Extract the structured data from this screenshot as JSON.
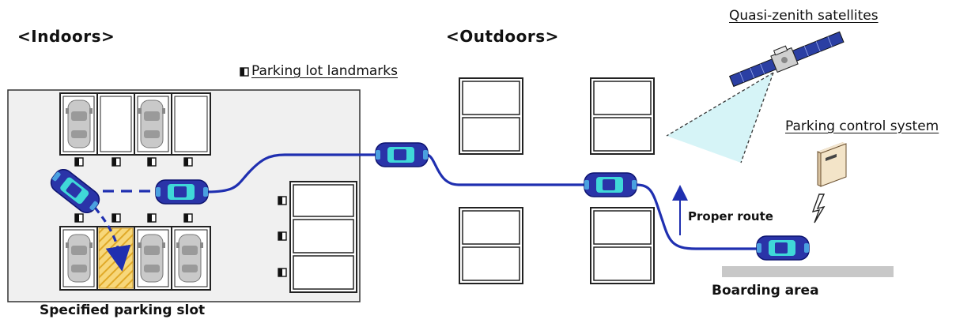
{
  "labels": {
    "indoors": "<Indoors>",
    "outdoors": "<Outdoors>",
    "satellites": "Quasi-zenith satellites",
    "landmarks": "Parking lot landmarks",
    "control_system": "Parking control system",
    "proper_route": "Proper route",
    "boarding_area": "Boarding area",
    "specified_slot": "Specified parking slot"
  },
  "icons": {
    "landmark": "landmark-marker-icon",
    "satellite": "satellite-icon",
    "server": "server-icon",
    "signal": "lightning-signal-icon",
    "car": "car-icon"
  },
  "colors": {
    "route": "#1f2fb0",
    "car_body": "#2a34a8",
    "car_glass": "#3fd8d8",
    "slot_highlight": "#f2c744",
    "beam": "#d6f4f7",
    "boarding_area": "#c8c8c8",
    "indoor_floor": "#f0f0f0"
  }
}
